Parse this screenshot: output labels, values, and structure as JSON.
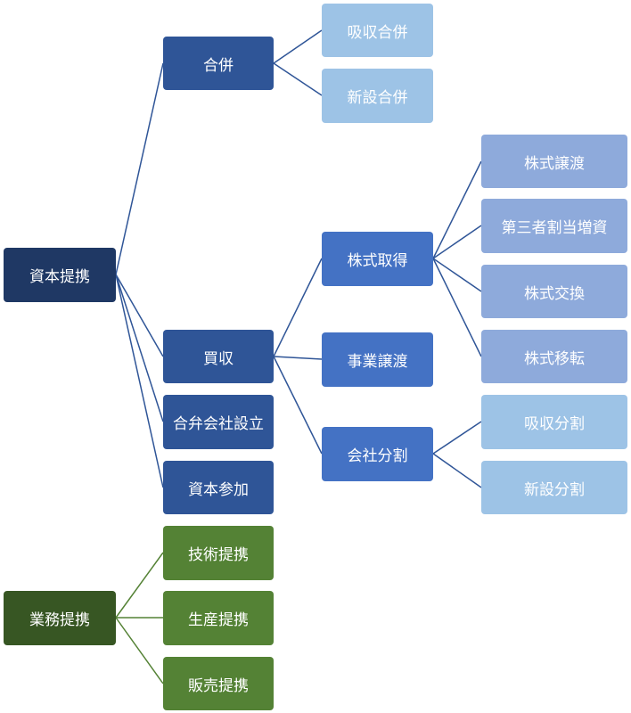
{
  "nodes": {
    "capital_alliance": "資本提携",
    "merger": "合併",
    "absorption_merger": "吸収合併",
    "consolidation_merger": "新設合併",
    "acquisition": "買収",
    "stock_acquisition": "株式取得",
    "stock_transfer_sale": "株式譲渡",
    "third_party_allotment": "第三者割当増資",
    "stock_exchange": "株式交換",
    "stock_transfer": "株式移転",
    "business_transfer": "事業譲渡",
    "company_split": "会社分割",
    "absorption_split": "吸収分割",
    "incorporation_split": "新設分割",
    "joint_venture": "合弁会社設立",
    "capital_participation": "資本参加",
    "business_alliance": "業務提携",
    "technology_alliance": "技術提携",
    "production_alliance": "生産提携",
    "sales_alliance": "販売提携"
  },
  "colors": {
    "capital_root": "#1f3864",
    "level2": "#2f5597",
    "level3": "#4472c4",
    "level4": "#8eaadb",
    "level4_light": "#9dc3e6",
    "business_root": "#375623",
    "business_child": "#548235",
    "connector": "#2f5597",
    "connector_business": "#548235"
  }
}
